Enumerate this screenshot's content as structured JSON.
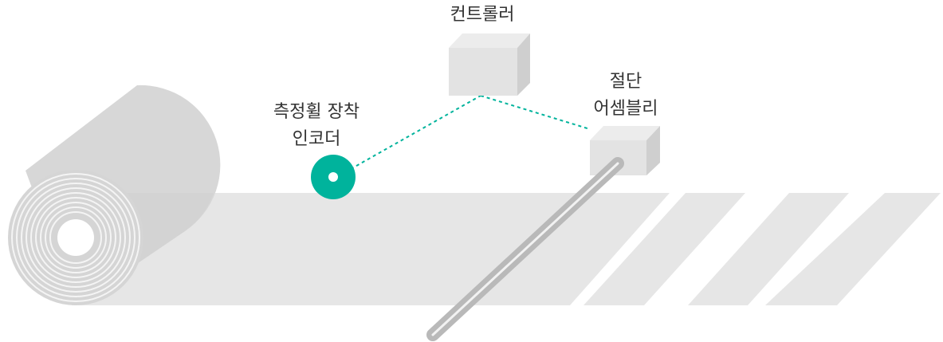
{
  "labels": {
    "controller": "컨트롤러",
    "cutter_line1": "절단",
    "cutter_line2": "어셈블리",
    "encoder_line1": "측정휠 장착",
    "encoder_line2": "인코더"
  },
  "colors": {
    "accent": "#00b39c",
    "roll": "#d8d8d8",
    "web": "#e6e6e6",
    "box_front": "#e3e3e3",
    "box_top": "#ececec",
    "box_side": "#cfcfcf",
    "blade": "#b9b9b9",
    "text": "#333333"
  },
  "icons": {
    "encoder": "measuring-wheel-icon",
    "controller": "controller-box-icon",
    "cutter": "cutter-box-icon"
  }
}
